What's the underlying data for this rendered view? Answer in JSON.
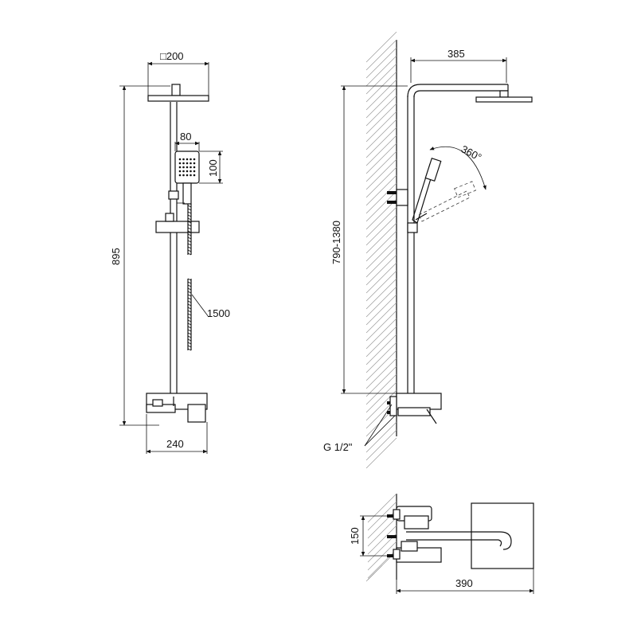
{
  "dimensions": {
    "head_size": "□200",
    "total_height": "895",
    "handset_width": "80",
    "handset_height": "100",
    "hose_length": "1500",
    "mixer_width": "240",
    "arm_reach": "385",
    "rail_height_range": "790-1380",
    "rotation": "360°",
    "thread": "G 1/2\"",
    "inlet_spacing": "150",
    "depth": "390"
  }
}
